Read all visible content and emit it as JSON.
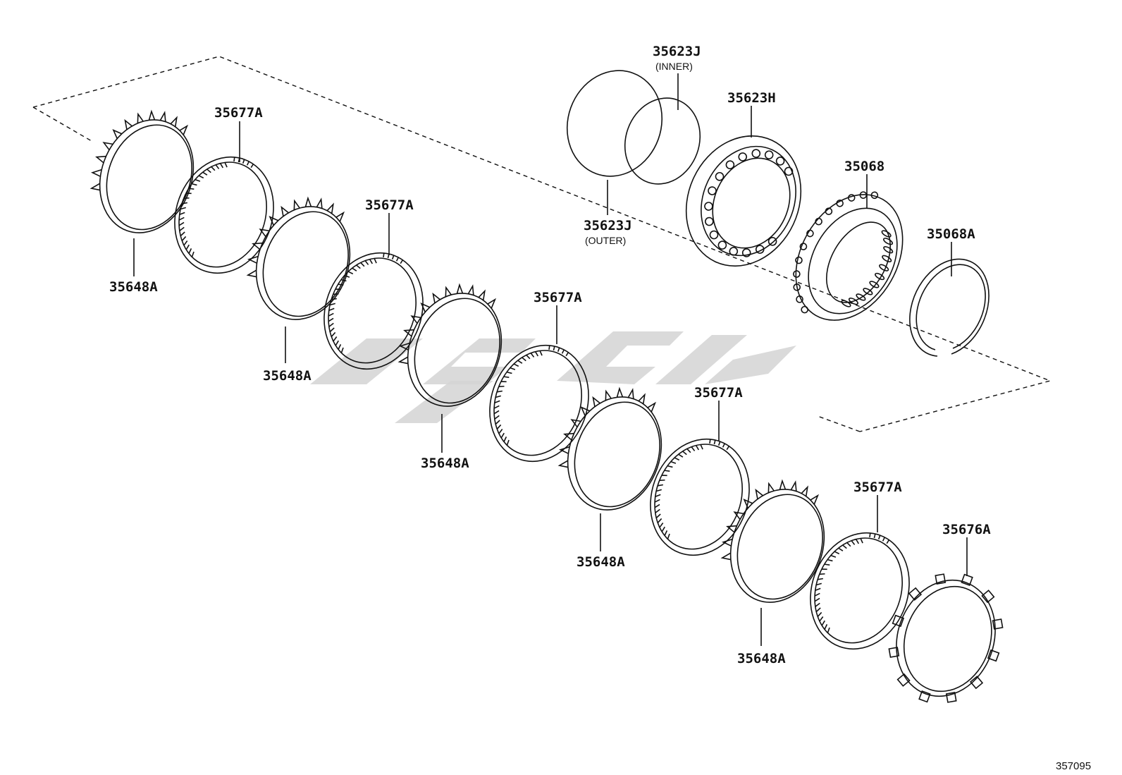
{
  "diagram": {
    "callouts": [
      {
        "id": "c1",
        "part": "35677A",
        "sub": ""
      },
      {
        "id": "c2",
        "part": "35648A",
        "sub": ""
      },
      {
        "id": "c3",
        "part": "35677A",
        "sub": ""
      },
      {
        "id": "c4",
        "part": "35648A",
        "sub": ""
      },
      {
        "id": "c5",
        "part": "35677A",
        "sub": ""
      },
      {
        "id": "c6",
        "part": "35648A",
        "sub": ""
      },
      {
        "id": "c7",
        "part": "35677A",
        "sub": ""
      },
      {
        "id": "c8",
        "part": "35648A",
        "sub": ""
      },
      {
        "id": "c9",
        "part": "35677A",
        "sub": ""
      },
      {
        "id": "c10",
        "part": "35648A",
        "sub": ""
      },
      {
        "id": "c11",
        "part": "35676A",
        "sub": ""
      },
      {
        "id": "c12",
        "part": "35623J",
        "sub": "(INNER)"
      },
      {
        "id": "c13",
        "part": "35623J",
        "sub": "(OUTER)"
      },
      {
        "id": "c14",
        "part": "35623H",
        "sub": ""
      },
      {
        "id": "c15",
        "part": "35068",
        "sub": ""
      },
      {
        "id": "c16",
        "part": "35068A",
        "sub": ""
      }
    ],
    "figure_code": "357095"
  }
}
